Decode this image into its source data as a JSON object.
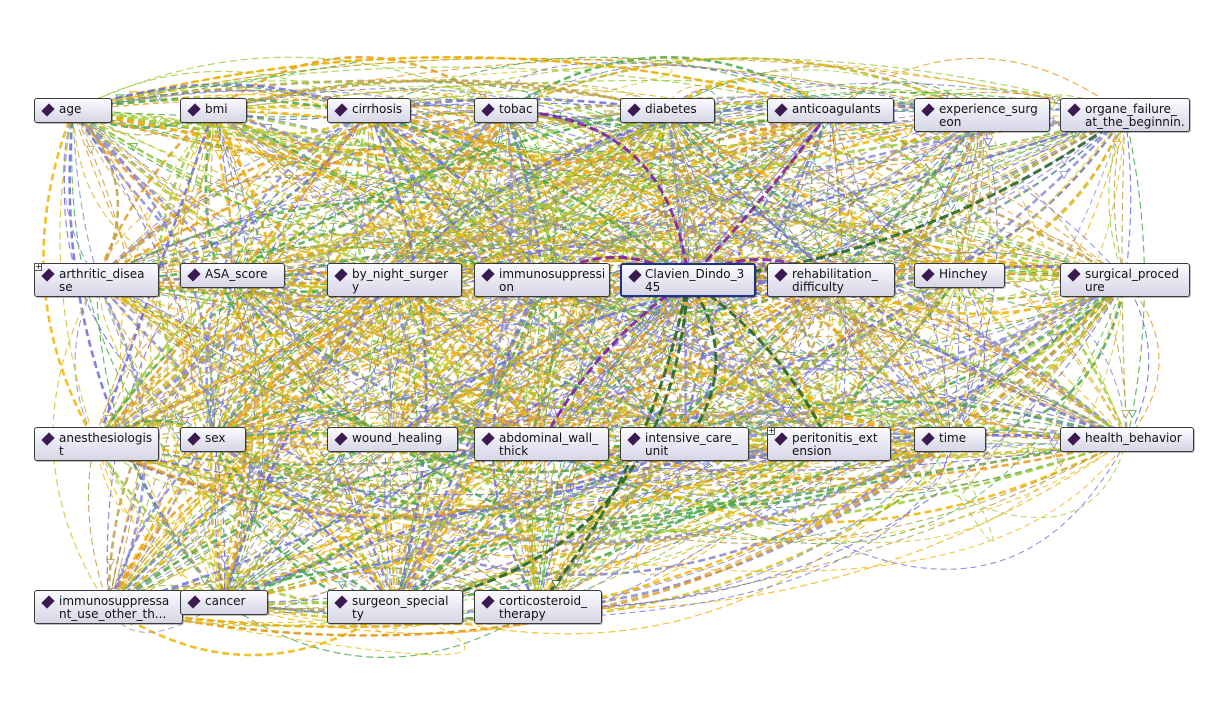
{
  "graph": {
    "nodes": [
      {
        "id": "age",
        "label": "age"
      },
      {
        "id": "bmi",
        "label": "bmi"
      },
      {
        "id": "cirrhosis",
        "label": "cirrhosis"
      },
      {
        "id": "tobacco",
        "label": "tobacco"
      },
      {
        "id": "diabetes",
        "label": "diabetes"
      },
      {
        "id": "anticoagulants",
        "label": "anticoagulants"
      },
      {
        "id": "experience_surgeon",
        "label": "experience_surg\neon"
      },
      {
        "id": "organe_failure",
        "label": "organe_failure_\nat_the_beginnin..."
      },
      {
        "id": "arthritic_disease",
        "label": "arthritic_disea\nse",
        "expandable": true
      },
      {
        "id": "ASA_score",
        "label": "ASA_score"
      },
      {
        "id": "by_night_surgery",
        "label": "by_night_surger\ny"
      },
      {
        "id": "immunosuppression",
        "label": "immunosuppressi\non"
      },
      {
        "id": "Clavien_Dindo_345",
        "label": "Clavien_Dindo_3\n45",
        "selected": true
      },
      {
        "id": "rehabilitation_difficulty",
        "label": "rehabilitation_\ndifficulty"
      },
      {
        "id": "Hinchey",
        "label": "Hinchey"
      },
      {
        "id": "surgical_procedure",
        "label": "surgical_proced\nure"
      },
      {
        "id": "anesthesiologist",
        "label": "anesthesiologis\nt"
      },
      {
        "id": "sex",
        "label": "sex"
      },
      {
        "id": "wound_healing",
        "label": "wound_healing"
      },
      {
        "id": "abdominal_wall_thick",
        "label": "abdominal_wall_\nthick"
      },
      {
        "id": "intensive_care_unit",
        "label": "intensive_care_\nunit"
      },
      {
        "id": "peritonitis_extension",
        "label": "peritonitis_ext\nension",
        "expandable": true
      },
      {
        "id": "time",
        "label": "time"
      },
      {
        "id": "health_behavior",
        "label": "health_behavior"
      },
      {
        "id": "immunosuppressant_use",
        "label": "immunosuppressa\nnt_use_other_th..."
      },
      {
        "id": "cancer",
        "label": "cancer"
      },
      {
        "id": "surgeon_speciality",
        "label": "surgeon_special\nty"
      },
      {
        "id": "corticosteroid_therapy",
        "label": "corticosteroid_\ntherapy"
      }
    ],
    "node_icon": "class-diamond-icon",
    "expand_icon_text": "+",
    "edge_colors": [
      "#e89a1c",
      "#f0b400",
      "#6c6ad8",
      "#46a84a",
      "#9ccc3c",
      "#b8a04a",
      "#d4c020",
      "#8a8ad8"
    ],
    "highlight_edge_colors": [
      "#7a1aa0",
      "#1f5f1f"
    ],
    "selected_border_color": "#1f2f8a"
  }
}
